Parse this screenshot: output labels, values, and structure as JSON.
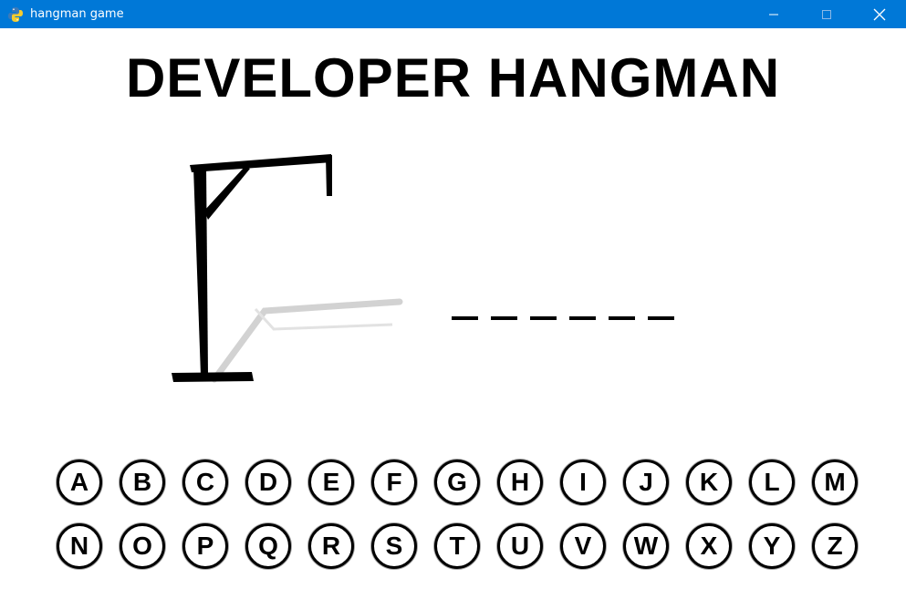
{
  "window": {
    "title": "hangman game",
    "icon": "python-icon",
    "titlebar_color": "#0078d7",
    "controls": [
      "minimize-icon",
      "maximize-icon",
      "close-icon"
    ]
  },
  "game": {
    "title": "DEVELOPER HANGMAN",
    "word_length": 6,
    "word_slots": [
      "",
      "",
      "",
      "",
      "",
      ""
    ]
  },
  "keyboard": {
    "row1": [
      "A",
      "B",
      "C",
      "D",
      "E",
      "F",
      "G",
      "H",
      "I",
      "J",
      "K",
      "L",
      "M"
    ],
    "row2": [
      "N",
      "O",
      "P",
      "Q",
      "R",
      "S",
      "T",
      "U",
      "V",
      "W",
      "X",
      "Y",
      "Z"
    ]
  }
}
